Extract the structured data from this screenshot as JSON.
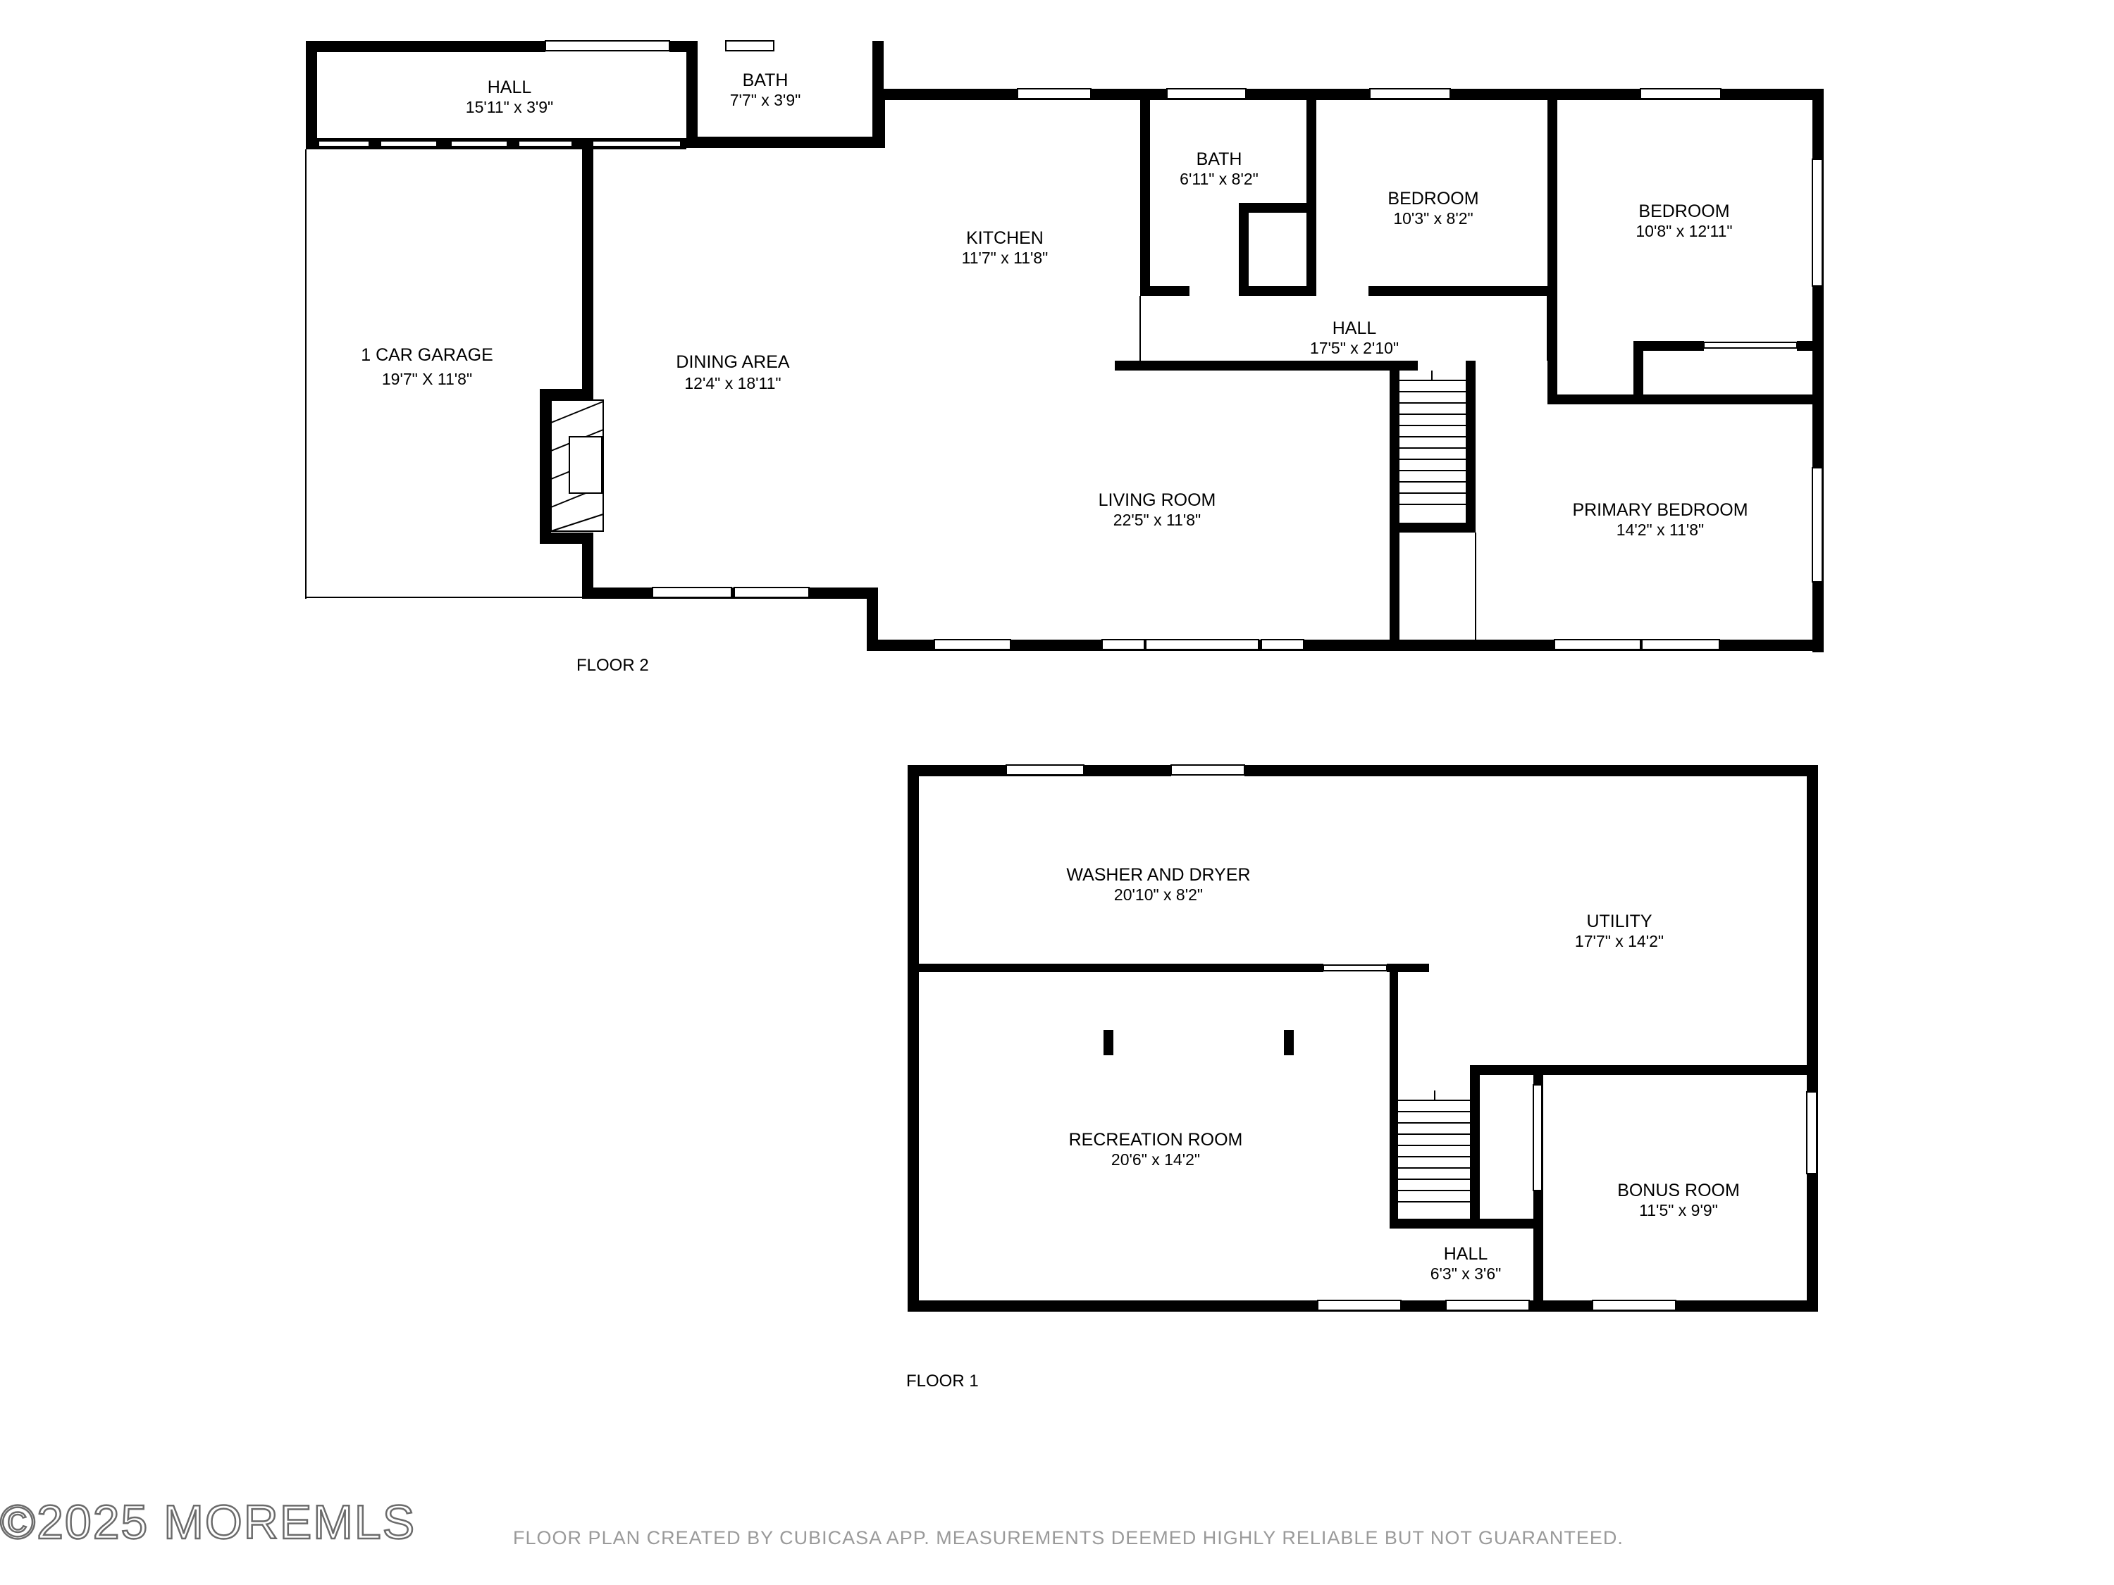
{
  "floors": [
    {
      "label": "FLOOR 2",
      "rooms": [
        {
          "name": "HALL",
          "dims": "15'11\" x 3'9\""
        },
        {
          "name": "BATH",
          "dims": "7'7\" x 3'9\""
        },
        {
          "name": "1 CAR GARAGE",
          "dims": "19'7\" X 11'8\""
        },
        {
          "name": "DINING AREA",
          "dims": "12'4\" x 18'11\""
        },
        {
          "name": "KITCHEN",
          "dims": "11'7\" x 11'8\""
        },
        {
          "name": "BATH",
          "dims": "6'11\" x 8'2\""
        },
        {
          "name": "BEDROOM",
          "dims": "10'3\" x 8'2\""
        },
        {
          "name": "BEDROOM",
          "dims": "10'8\" x 12'11\""
        },
        {
          "name": "HALL",
          "dims": "17'5\" x 2'10\""
        },
        {
          "name": "LIVING ROOM",
          "dims": "22'5\" x 11'8\""
        },
        {
          "name": "PRIMARY BEDROOM",
          "dims": "14'2\" x 11'8\""
        }
      ]
    },
    {
      "label": "FLOOR 1",
      "rooms": [
        {
          "name": "WASHER AND DRYER",
          "dims": "20'10\" x 8'2\""
        },
        {
          "name": "UTILITY",
          "dims": "17'7\" x 14'2\""
        },
        {
          "name": "RECREATION ROOM",
          "dims": "20'6\" x 14'2\""
        },
        {
          "name": "BONUS ROOM",
          "dims": "11'5\" x 9'9\""
        },
        {
          "name": "HALL",
          "dims": "6'3\" x 3'6\""
        }
      ]
    }
  ],
  "watermark": "©2025 MOREMLS",
  "disclaimer": "FLOOR PLAN CREATED BY CUBICASA APP. MEASUREMENTS DEEMED HIGHLY RELIABLE BUT NOT GUARANTEED."
}
